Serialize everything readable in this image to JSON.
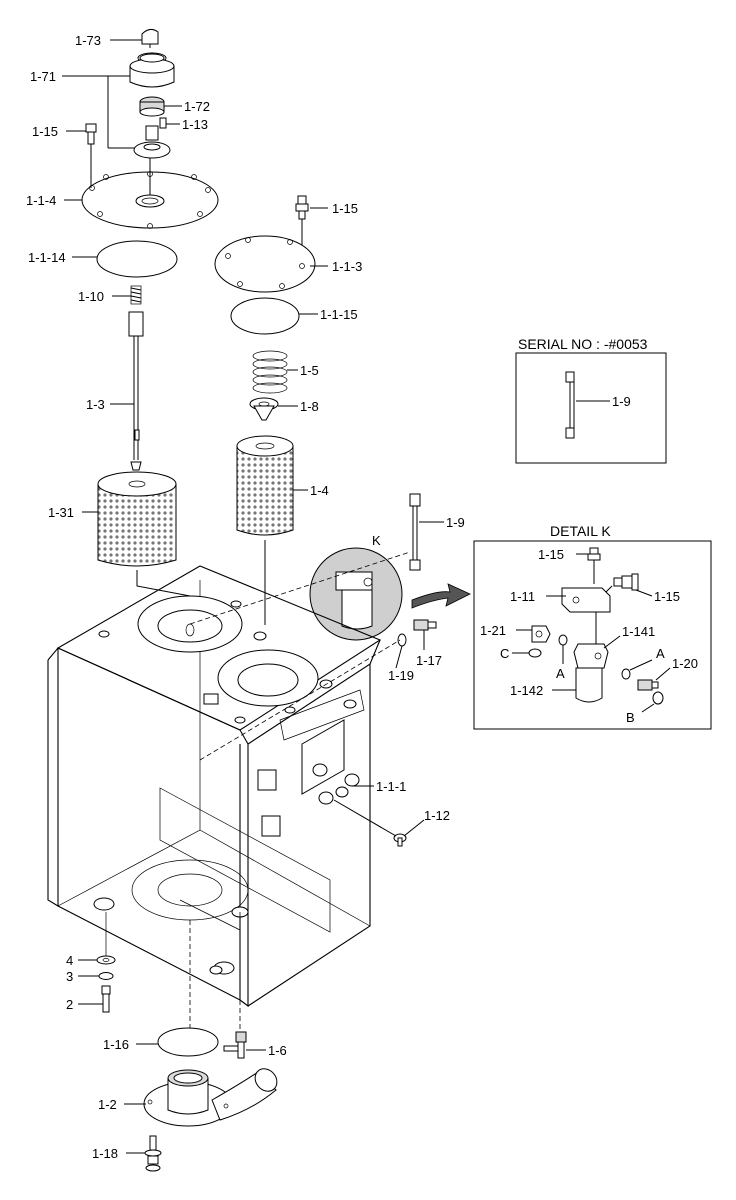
{
  "labels": {
    "l_1_73": "1-73",
    "l_1_71": "1-71",
    "l_1_72": "1-72",
    "l_1_13": "1-13",
    "l_1_15a": "1-15",
    "l_1_1_4": "1-1-4",
    "l_1_15b": "1-15",
    "l_1_1_3": "1-1-3",
    "l_1_1_14": "1-1-14",
    "l_1_1_15": "1-1-15",
    "l_1_10": "1-10",
    "l_1_5": "1-5",
    "l_1_8": "1-8",
    "l_1_3": "1-3",
    "l_1_4": "1-4",
    "l_1_31": "1-31",
    "l_1_9": "1-9",
    "l_k": "K",
    "l_1_17": "1-17",
    "l_1_19": "1-19",
    "l_1_1_1": "1-1-1",
    "l_1_12": "1-12",
    "l_4": "4",
    "l_3": "3",
    "l_2": "2",
    "l_1_16": "1-16",
    "l_1_6": "1-6",
    "l_1_2": "1-2",
    "l_1_18": "1-18"
  },
  "serial_box": {
    "title": "SERIAL NO : -#0053",
    "part": "1-9"
  },
  "detail_k": {
    "title": "DETAIL  K",
    "l_1_15a": "1-15",
    "l_1_11": "1-11",
    "l_1_15b": "1-15",
    "l_1_21": "1-21",
    "l_1_141": "1-141",
    "l_c": "C",
    "l_a1": "A",
    "l_a2": "A",
    "l_1_20": "1-20",
    "l_1_142": "1-142",
    "l_b": "B"
  }
}
